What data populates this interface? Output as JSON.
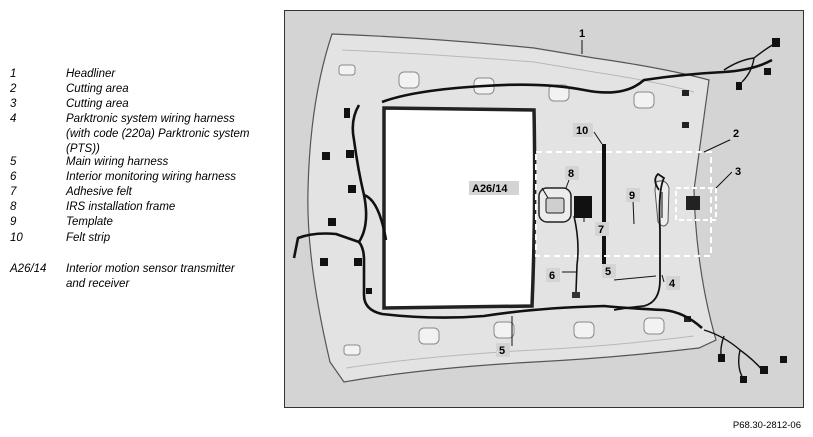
{
  "legend": {
    "items": [
      {
        "num": "1",
        "text": "Headliner"
      },
      {
        "num": "2",
        "text": "Cutting area"
      },
      {
        "num": "3",
        "text": "Cutting area"
      },
      {
        "num": "4",
        "text": "Parktronic system wiring harness (with code (220a) Parktronic system (PTS))"
      },
      {
        "num": "5",
        "text": "Main wiring harness"
      },
      {
        "num": "6",
        "text": "Interior monitoring wiring harness"
      },
      {
        "num": "7",
        "text": "Adhesive felt"
      },
      {
        "num": "8",
        "text": "IRS installation frame"
      },
      {
        "num": "9",
        "text": "Template"
      },
      {
        "num": "10",
        "text": "Felt strip"
      },
      {
        "num": "A26/14",
        "text": "Interior motion sensor transmitter and receiver"
      }
    ]
  },
  "callouts": {
    "c1": "1",
    "c2": "2",
    "c3": "3",
    "c4": "4",
    "c5a": "5",
    "c5b": "5",
    "c6": "6",
    "c7": "7",
    "c8": "8",
    "c9": "9",
    "c10": "10",
    "a2614": "A26/14"
  },
  "figure_ref": "P68.30-2812-06",
  "colors": {
    "figure_bg": "#d4d4d4",
    "headliner": "#e3e3e3",
    "outline": "#555555",
    "harness": "#111111"
  }
}
